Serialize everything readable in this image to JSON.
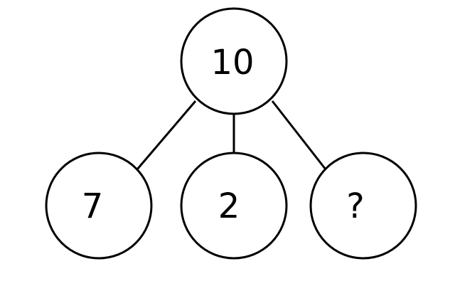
{
  "diagram": {
    "type": "number-bond",
    "root": {
      "label": "10"
    },
    "children": [
      {
        "label": "7"
      },
      {
        "label": "2"
      },
      {
        "label": "?"
      }
    ]
  }
}
